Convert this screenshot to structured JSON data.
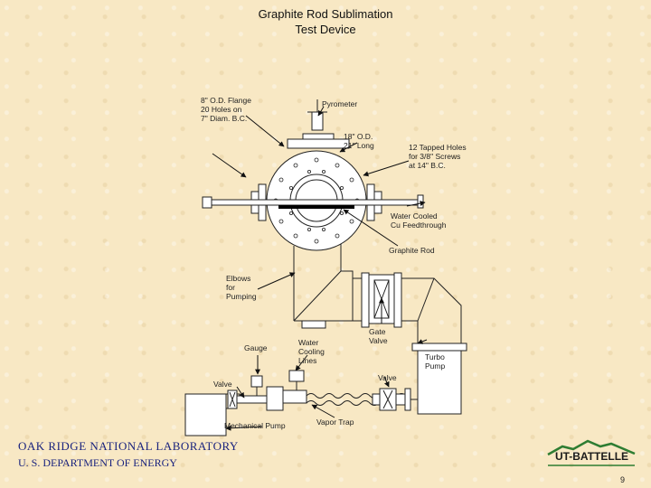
{
  "title_line1": "Graphite Rod Sublimation",
  "title_line2": "Test Device",
  "labels": {
    "flange": "8\" O.D. Flange\n20 Holes on\n7\" Diam. B.C.",
    "pyrometer": "Pyrometer",
    "od_long": "18\" O.D.\n21\" Long",
    "tapped_holes": "12 Tapped Holes\nfor 3/8\" Screws\nat 14\" B.C.",
    "water_cooled": "Water Cooled\nCu Feedthrough",
    "graphite_rod": "Graphite Rod",
    "elbows": "Elbows\nfor\nPumping",
    "gate_valve": "Gate\nValve",
    "water_cooling": "Water\nCooling\nLines",
    "gauge": "Gauge",
    "turbo_pump": "Turbo\nPump",
    "valve_right": "Valve",
    "valve_left": "Valve",
    "mechanical_pump": "Mechanical Pump",
    "vapor_trap": "Vapor Trap"
  },
  "footer": {
    "lab": "OAK RIDGE NATIONAL LABORATORY",
    "dept": "U. S. DEPARTMENT OF ENERGY"
  },
  "logo_text": "UT-BATTELLE",
  "page_number": "9",
  "colors": {
    "background": "#f8e8c4",
    "footer_text": "#1a237e",
    "logo_green": "#2e7d32"
  }
}
